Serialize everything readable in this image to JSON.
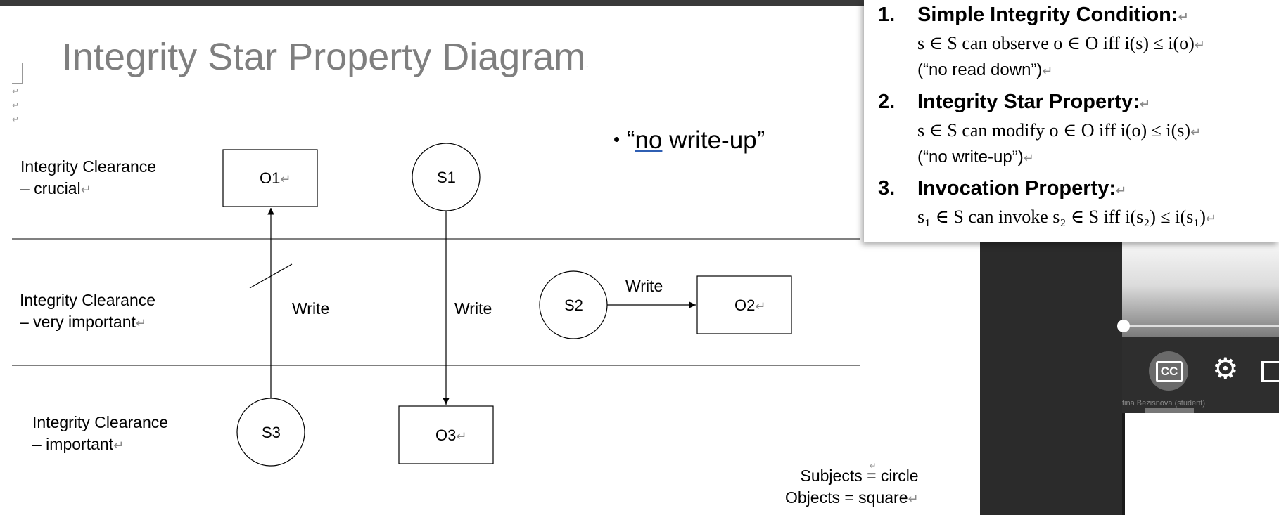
{
  "slide": {
    "title": "Integrity Star Property Diagram",
    "bullet": "“no write-up”",
    "bullet_prefix": "“",
    "bullet_underlined": "no",
    "bullet_suffix": " write-up”",
    "levels": [
      {
        "line1": "Integrity Clearance",
        "line2": "– crucial"
      },
      {
        "line1": "Integrity Clearance",
        "line2": "– very important"
      },
      {
        "line1": "Integrity Clearance",
        "line2": "– important"
      }
    ],
    "nodes": {
      "o1": "O1",
      "s1": "S1",
      "s2": "S2",
      "o2": "O2",
      "s3": "S3",
      "o3": "O3"
    },
    "edges": {
      "s3_o1": "Write",
      "s1_o3": "Write",
      "s2_o2": "Write"
    },
    "legend": {
      "subjects": "Subjects = circle",
      "objects": "Objects = square"
    }
  },
  "rules_popup": {
    "rules": [
      {
        "num": "1.",
        "title": "Simple Integrity Condition",
        "formula": "s ∈ S can observe o ∈ O iff i(s) ≤ i(o)",
        "note": "(“no read down”)"
      },
      {
        "num": "2.",
        "title": "Integrity Star Property",
        "formula": "s ∈ S can modify o ∈ O iff i(o) ≤ i(s)",
        "note": "(“no write-up”)"
      },
      {
        "num": "3.",
        "title": "Invocation Property",
        "formula": "s₁ ∈ S can invoke s₂ ∈ S iff i(s₂) ≤ i(s₁)",
        "note": ""
      }
    ]
  },
  "video_panel": {
    "cc_label": "CC",
    "caption_name": "tina Bezisnova (student)",
    "icons": [
      "closed-captions-icon",
      "settings-gear-icon",
      "exit-icon"
    ]
  }
}
